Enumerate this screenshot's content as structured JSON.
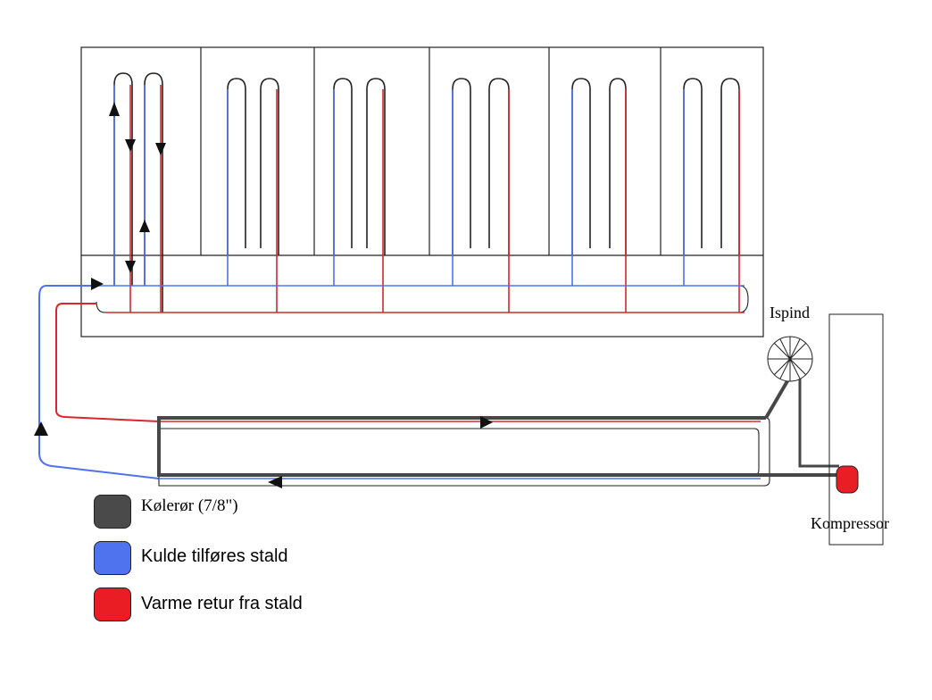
{
  "labels": {
    "ispind": "Ispind",
    "kompressor": "Kompressor"
  },
  "legend": [
    {
      "text": "Kølerør (7/8\")",
      "color": "#4a4a4a",
      "font": "serif"
    },
    {
      "text": "Kulde tilføres stald",
      "color": "#4f72ee",
      "font": "sans"
    },
    {
      "text": "Varme retur fra stald",
      "color": "#ea1d24",
      "font": "sans"
    }
  ],
  "colors": {
    "cold": "#4f72ee",
    "warm": "#d8272b",
    "pipe": "#474747",
    "outline": "#222222"
  }
}
